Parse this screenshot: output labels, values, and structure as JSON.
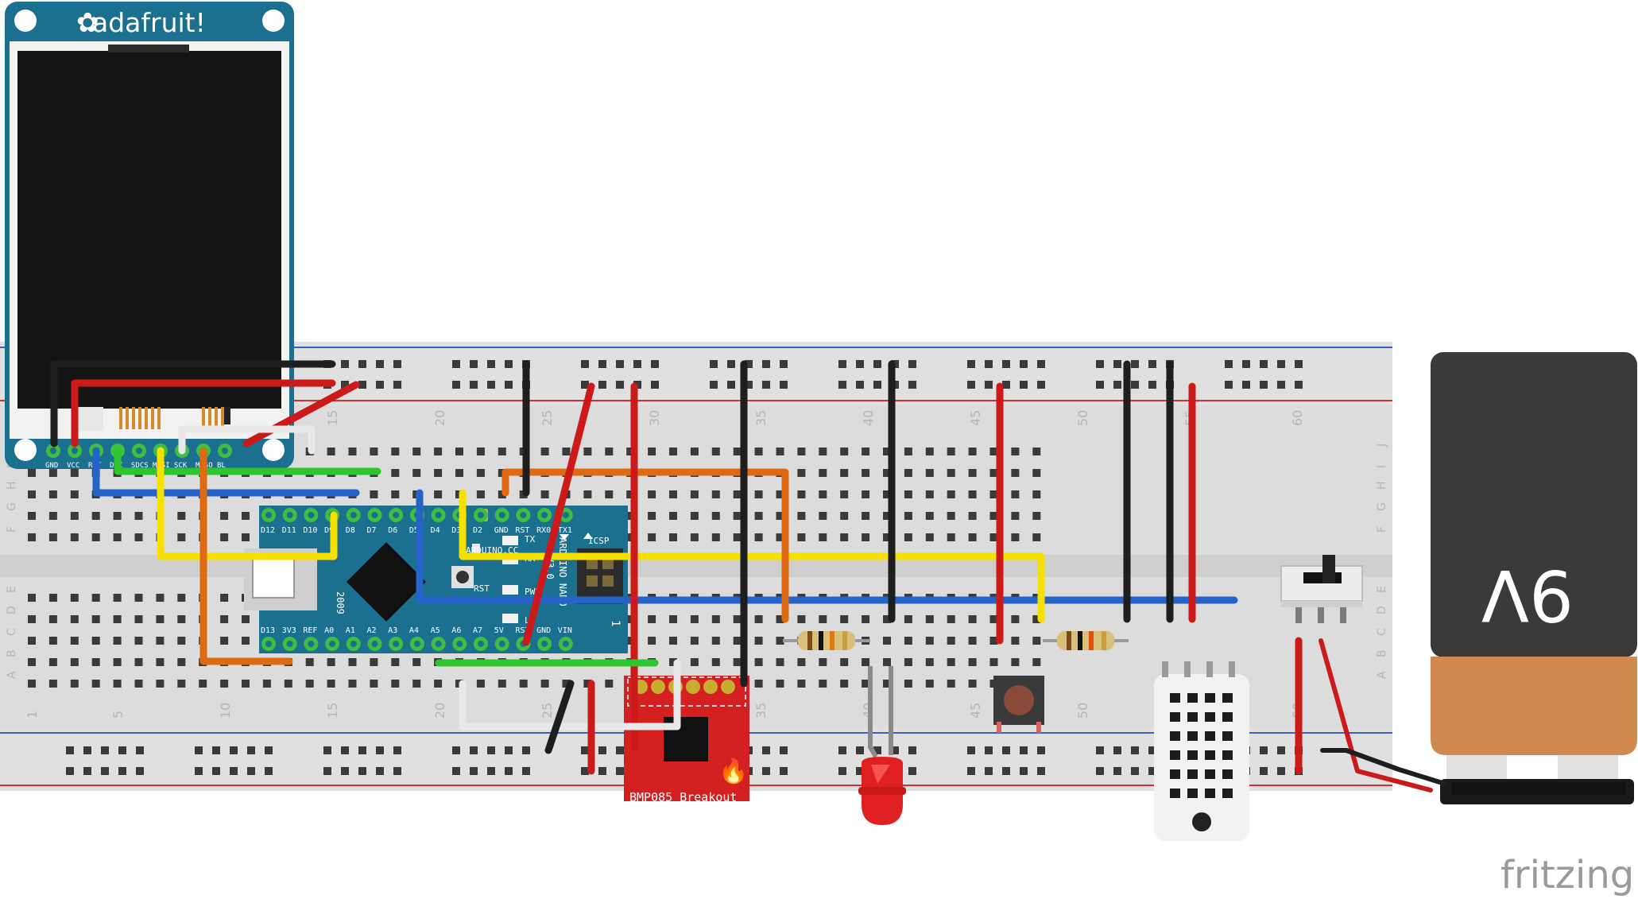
{
  "tft": {
    "brand": "adafruit!",
    "pins": [
      "GND",
      "VCC",
      "RST",
      "D/C",
      "SDCS",
      "MOSI",
      "SCK",
      "MISO",
      "BL"
    ]
  },
  "breadboard": {
    "column_numbers": [
      "1",
      "5",
      "10",
      "15",
      "20",
      "25",
      "30",
      "35",
      "40",
      "45",
      "50",
      "55",
      "60"
    ],
    "row_letters_top": [
      "J",
      "I",
      "H",
      "G",
      "F"
    ],
    "row_letters_bottom": [
      "E",
      "D",
      "C",
      "B",
      "A"
    ]
  },
  "arduino": {
    "top_pins": [
      "D12",
      "D11",
      "D10",
      "D9",
      "D8",
      "D7",
      "D6",
      "D5",
      "D4",
      "D3",
      "D2",
      "GND",
      "RST",
      "RX0",
      "TX1"
    ],
    "bottom_pins": [
      "D13",
      "3V3",
      "REF",
      "A0",
      "A1",
      "A2",
      "A3",
      "A4",
      "A5",
      "A6",
      "A7",
      "5V",
      "RST",
      "GND",
      "VIN"
    ],
    "brand": "ARDUINO.CC",
    "model": "ARDUINO NANO",
    "version": "V3.0",
    "year": "2009",
    "labels": {
      "icsp": "ICSP",
      "rst": "RST",
      "pwr": "PWR",
      "tx": "TX",
      "rx": "RX",
      "l": "L",
      "one": "1"
    }
  },
  "bmp": {
    "label": "BMP085 Breakout"
  },
  "battery": {
    "label": "9V"
  },
  "watermark": "fritzing",
  "colors": {
    "wire_red": "#cc1a1a",
    "wire_black": "#1e1e1e",
    "wire_green": "#2ec52e",
    "wire_blue": "#2563c8",
    "wire_yellow": "#f5e000",
    "wire_orange": "#e06a12",
    "wire_white": "#e8e8e8",
    "board_teal": "#1b6f8f",
    "breakout_red": "#d42020"
  }
}
